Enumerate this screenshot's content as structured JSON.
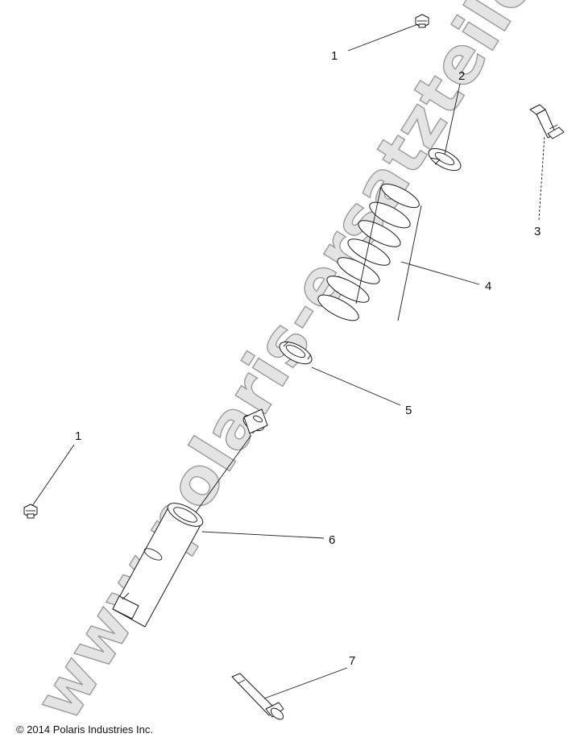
{
  "watermark": "www.polaris-ersatzteile.de",
  "copyright": "© 2014 Polaris Industries Inc.",
  "callouts": [
    {
      "id": "1a",
      "label": "1",
      "part": "flange nut (upper)"
    },
    {
      "id": "2",
      "label": "2",
      "part": "spring retainer"
    },
    {
      "id": "3",
      "label": "3",
      "part": "bolt (upper)"
    },
    {
      "id": "4",
      "label": "4",
      "part": "coil spring"
    },
    {
      "id": "5",
      "label": "5",
      "part": "spring seat"
    },
    {
      "id": "1b",
      "label": "1",
      "part": "flange nut (lower)"
    },
    {
      "id": "6",
      "label": "6",
      "part": "shock body"
    },
    {
      "id": "7",
      "label": "7",
      "part": "bolt (lower)"
    }
  ]
}
